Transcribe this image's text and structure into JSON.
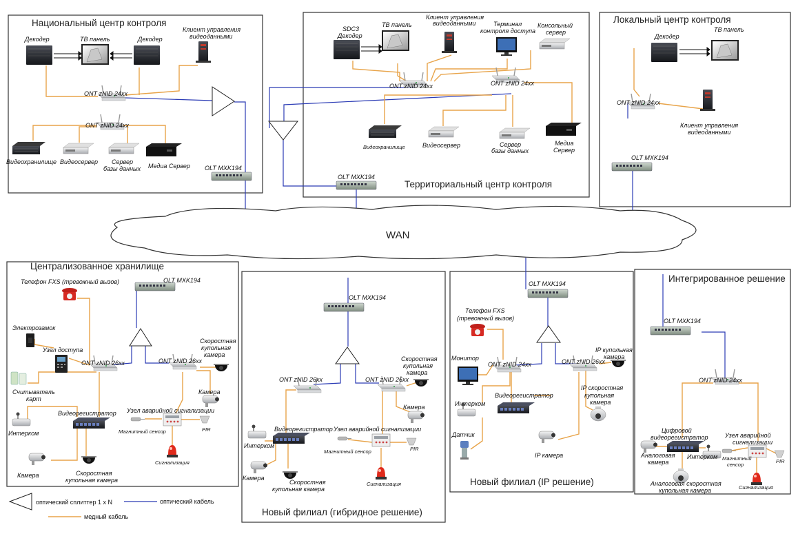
{
  "colors": {
    "optical": "#2b3bb5",
    "copper": "#e8a44a"
  },
  "wan": {
    "label": "WAN"
  },
  "national": {
    "title": "Национальный центр контроля",
    "decoder1": "Декодер",
    "tv": "ТВ панель",
    "decoder2": "Декодер",
    "client": [
      "Клиент управления",
      "видеоданными"
    ],
    "ont1": "ONT zNID 24xx",
    "ont2": "ONT zNID 24xx",
    "storage": "Видеохранилище",
    "videoserver": "Видеосервер",
    "db": [
      "Сервер",
      "базы данных"
    ],
    "media": "Медиа Сервер",
    "olt": "OLT MXK194"
  },
  "territorial": {
    "title": "Территориальный центр контроля",
    "sdc": [
      "SDC3",
      "Декодер"
    ],
    "tv": "ТВ панель",
    "client": [
      "Клиент управления",
      "видеоданными"
    ],
    "terminal": [
      "Терминал",
      "контроля доступа"
    ],
    "console": [
      "Консольный",
      "сервер"
    ],
    "ont1": "ONT zNID 24xx",
    "ont2": "ONT zNID 24xx",
    "storage": "Видеохранилище",
    "videoserver": "Видеосервер",
    "db": [
      "Сервер",
      "базы данных"
    ],
    "media": [
      "Медиа",
      "Сервер"
    ],
    "olt": "OLT MXK194"
  },
  "local": {
    "title": "Локальный центр контроля",
    "decoder": "Декодер",
    "tv": "ТВ панель",
    "ont": "ONT zNID 24xx",
    "client": [
      "Клиент управления",
      "видеоданными"
    ],
    "olt": "OLT MXK194"
  },
  "central": {
    "title": "Централизованное хранилище",
    "phone": "Телефон FXS (тревожный вызов)",
    "olt": "OLT MXK194",
    "lock": "Электрозамок",
    "access": "Узел доступа",
    "reader": [
      "Считыватель",
      "карт"
    ],
    "ont1": "ONT zNID 26xx",
    "ont2": "ONT zNID 26xx",
    "dome": [
      "Скоростная",
      "купольная",
      "камера"
    ],
    "camera": "Камера",
    "alarm_node": "Узел аварийной сигнализации",
    "nvr": "Видеорегистратор",
    "intercom": "Интерком",
    "mag": "Магнитный сенсор",
    "pir": "PIR",
    "siren": "Сигнализация",
    "camera2": "Камера",
    "dome2": [
      "Скоростная",
      "купольная камера"
    ]
  },
  "hybrid": {
    "title": "Новый филиал (гибридное решение)",
    "olt": "OLT MXK194",
    "ont1": "ONT zNID 26xx",
    "ont2": "ONT zNID 26xx",
    "dome": [
      "Скоростная",
      "купольная",
      "камера"
    ],
    "camera": "Камера",
    "nvr": "Видеорегистратор",
    "alarm_node": "Узел аварийной сигнализации",
    "intercom": "Интерком",
    "mag": "Магнитный сенсор",
    "pir": "PIR",
    "camera2": "Камера",
    "dome2": [
      "Скоростная",
      "купольная камера"
    ],
    "siren": "Сигнализация"
  },
  "ip": {
    "title": "Новый филиал (IP решение)",
    "olt": "OLT MXK194",
    "phone": [
      "Телефон FXS",
      "(тревожный вызов)"
    ],
    "monitor": "Монитор",
    "ont1": "ONT zNID 24xx",
    "ont2": "ONT zNID 26xx",
    "ipdome": [
      "IP купольная",
      "камера"
    ],
    "intercom": "Интерком",
    "nvr": "Видеорегистратор",
    "ptz": [
      "IP скоростная",
      "купольная",
      "камера"
    ],
    "sensor": "Датчик",
    "ipcam": "IP камера"
  },
  "integrated": {
    "title": "Интегрированное решение",
    "olt": "OLT MXK194",
    "ont": "ONT zNID 24xx",
    "dvr": [
      "Цифровой",
      "видеорегистратор"
    ],
    "alarm_node": [
      "Узел аварийной",
      "сигнализации"
    ],
    "analog": [
      "Аналоговая",
      "камера"
    ],
    "intercom": "Интерком",
    "mag": [
      "Магнитный",
      "сенсор"
    ],
    "pir": "PIR",
    "analog_dome": [
      "Аналоговая скоростная",
      "купольная камера"
    ],
    "siren": "Сигнализация"
  },
  "legend": {
    "splitter": "оптический сплиттер 1 x N",
    "optical": "оптический кабель",
    "copper": "медный кабель"
  }
}
